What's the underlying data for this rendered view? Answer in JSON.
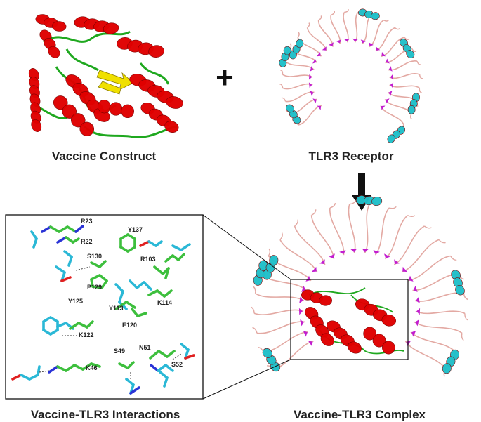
{
  "plus_sign": "+",
  "labels": {
    "vaccine_construct": "Vaccine Construct",
    "tlr3_receptor": "TLR3 Receptor",
    "interactions": "Vaccine-TLR3 Interactions",
    "complex": "Vaccine-TLR3 Complex"
  },
  "residues": [
    "R23",
    "Y137",
    "R22",
    "S130",
    "R103",
    "P129",
    "Y125",
    "Y113",
    "K114",
    "E120",
    "K122",
    "S49",
    "N51",
    "S52",
    "K46"
  ],
  "colors": {
    "helix": "#e00000",
    "sheet": "#f0e000",
    "loop": "#1fa81f",
    "receptor_loop": "#e3a9a3",
    "receptor_helix": "#1fbfc9",
    "receptor_sheet": "#c21ecf",
    "stick_green": "#3dbf3d",
    "stick_cyan": "#2bb8d6",
    "stick_blue": "#2a33d6",
    "stick_red": "#e02020"
  }
}
